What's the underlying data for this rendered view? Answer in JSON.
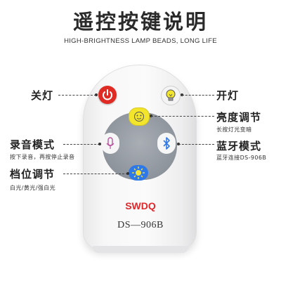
{
  "title": "遥控按键说明",
  "subtitle": "HIGH-BRIGHTNESS LAMP BEADS, LONG LIFE",
  "labels": {
    "power": "关灯",
    "light": "开灯",
    "brightness": "亮度调节",
    "brightness_note": "长按灯光变暗",
    "record": "录音模式",
    "record_note": "按下录音，再按停止录音",
    "bluetooth": "蓝牙模式",
    "bluetooth_note": "蓝牙连接DS-906B",
    "gear": "档位调节",
    "gear_note": "白光/黄光/强白光"
  },
  "remote": {
    "brand": "SWDQ",
    "model": "DS—906B"
  },
  "colors": {
    "power_button": "#e02a24",
    "brightness_button": "#f2e52c",
    "gear_button": "#2f78e8",
    "bluetooth_icon": "#2f78e8",
    "record_icon": "#b9559e"
  },
  "icons": {
    "power": "power-icon",
    "light": "lightbulb-icon",
    "brightness": "smiley-face-icon",
    "record": "microphone-icon",
    "bluetooth": "bluetooth-icon",
    "gear": "sun-icon"
  }
}
